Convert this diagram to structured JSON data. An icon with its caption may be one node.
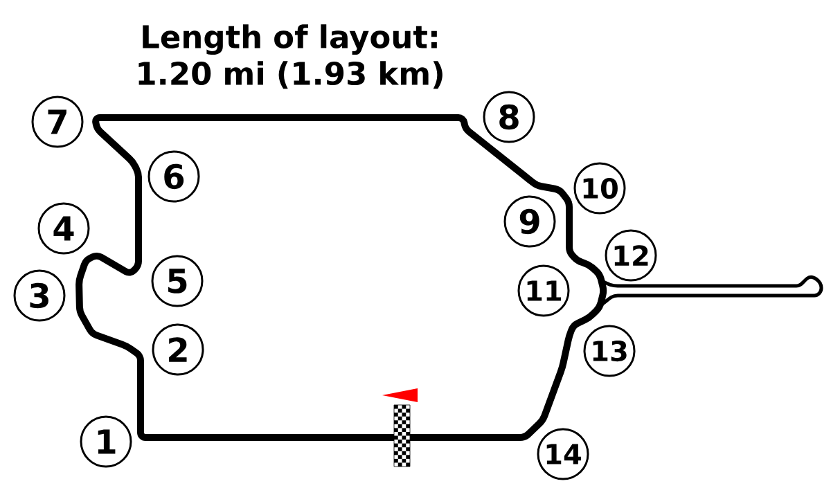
{
  "diagram": {
    "title": "Length of layout: 1.20 mi (1.93 km)",
    "nodes": [
      {
        "text": [
          "1"
        ]
      },
      {
        "text": [
          "2"
        ]
      },
      {
        "text": [
          "3"
        ]
      },
      {
        "text": [
          "4"
        ]
      },
      {
        "text": [
          "5"
        ]
      },
      {
        "text": [
          "6"
        ]
      },
      {
        "text": [
          "7"
        ]
      },
      {
        "text": [
          "8"
        ]
      },
      {
        "text": [
          "9"
        ]
      },
      {
        "text": [
          "10"
        ]
      },
      {
        "text": [
          "11"
        ]
      },
      {
        "text": [
          "12"
        ]
      },
      {
        "text": [
          "13"
        ]
      },
      {
        "text": [
          "14"
        ]
      }
    ]
  }
}
